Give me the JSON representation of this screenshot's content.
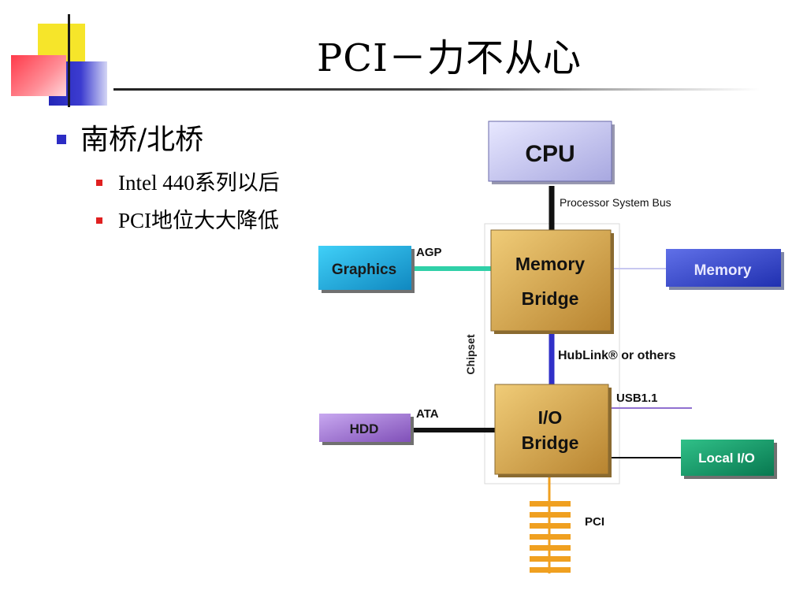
{
  "title": "PCI－力不从心",
  "bullets": {
    "level1": "南桥/北桥",
    "sub": [
      "Intel 440系列以后",
      "PCI地位大大降低"
    ]
  },
  "diagram": {
    "nodes": {
      "cpu": "CPU",
      "memory_bridge_line1": "Memory",
      "memory_bridge_line2": "Bridge",
      "io_bridge_line1": "I/O",
      "io_bridge_line2": "Bridge",
      "graphics": "Graphics",
      "memory": "Memory",
      "hdd": "HDD",
      "local_io": "Local I/O"
    },
    "links": {
      "processor_bus": "Processor System Bus",
      "agp": "AGP",
      "hublink": "HubLink® or others",
      "usb": "USB1.1",
      "ata": "ATA",
      "pci": "PCI",
      "chipset": "Chipset"
    },
    "colors": {
      "cpu": "#c8c8f0",
      "bridge": "#d4a448",
      "graphics": "#18a8d8",
      "memory": "#3848c8",
      "hdd": "#9868c8",
      "local_io": "#109868",
      "agp_line": "#30d0a8",
      "hub_line": "#3030c8",
      "usb_line": "#9070d0",
      "pci_bus": "#f0a020"
    }
  }
}
